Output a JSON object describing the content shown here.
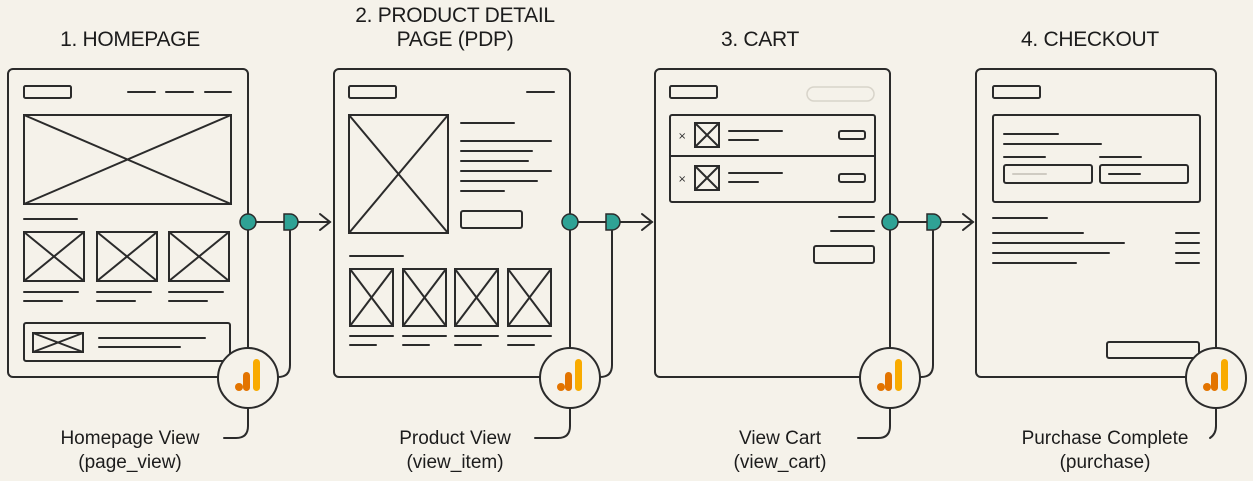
{
  "steps": [
    {
      "title": "1. HOMEPAGE",
      "event_label": "Homepage View",
      "event_name": "(page_view)"
    },
    {
      "title_line1": "2. PRODUCT DETAIL",
      "title_line2": "PAGE (PDP)",
      "event_label": "Product View",
      "event_name": "(view_item)"
    },
    {
      "title": "3. CART",
      "event_label": "View Cart",
      "event_name": "(view_cart)"
    },
    {
      "title": "4. CHECKOUT",
      "event_label": "Purchase Complete",
      "event_name": "(purchase)"
    }
  ],
  "icons": {
    "analytics": "analytics-bar-icon",
    "connector_dot": "teal-dot",
    "connector_gate": "teal-gate",
    "arrow": "arrow-right"
  },
  "colors": {
    "background": "#f5f2ea",
    "stroke": "#2b2b2b",
    "teal": "#2fa295",
    "orange_dark": "#e37400",
    "orange_light": "#f9ab00"
  }
}
